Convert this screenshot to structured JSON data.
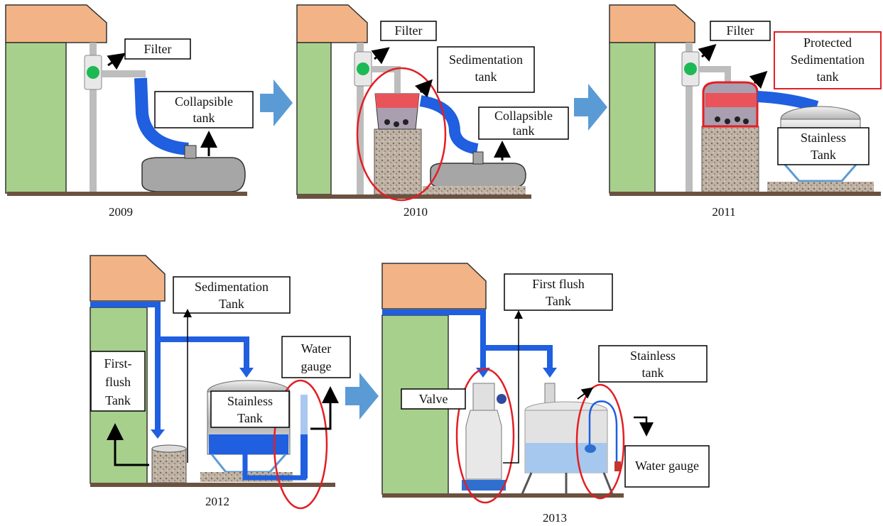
{
  "panels": [
    {
      "year": "2009",
      "labels": {
        "filter": "Filter",
        "tank_line1": "Collapsible",
        "tank_line2": "tank"
      }
    },
    {
      "year": "2010",
      "labels": {
        "filter": "Filter",
        "sed_line1": "Sedimentation",
        "sed_line2": "tank",
        "tank_line1": "Collapsible",
        "tank_line2": "tank"
      }
    },
    {
      "year": "2011",
      "labels": {
        "filter": "Filter",
        "sed_line1": "Protected",
        "sed_line2": "Sedimentation",
        "sed_line3": "tank",
        "tank_line1": "Stainless",
        "tank_line2": "Tank"
      }
    },
    {
      "year": "2012",
      "labels": {
        "sed_line1": "Sedimentation",
        "sed_line2": "Tank",
        "ff_line1": "First-",
        "ff_line2": "flush",
        "ff_line3": "Tank",
        "tank_line1": "Stainless",
        "tank_line2": "Tank",
        "gauge_line1": "Water",
        "gauge_line2": "gauge"
      }
    },
    {
      "year": "2013",
      "labels": {
        "ff_line1": "First flush",
        "ff_line2": "Tank",
        "valve": "Valve",
        "tank_line1": "Stainless",
        "tank_line2": "tank",
        "gauge": "Water gauge"
      }
    }
  ],
  "colors": {
    "roof": "#f2b486",
    "wall": "#a8d08d",
    "pipe_blue": "#1f5fe0",
    "arrow_blue": "#5b9bd5",
    "highlight_red": "#e31e24",
    "sediment_red": "#e8545a",
    "ground": "#6b5240",
    "gray_pipe": "#bdbdbd",
    "tank_gray": "#a6a6a6"
  }
}
